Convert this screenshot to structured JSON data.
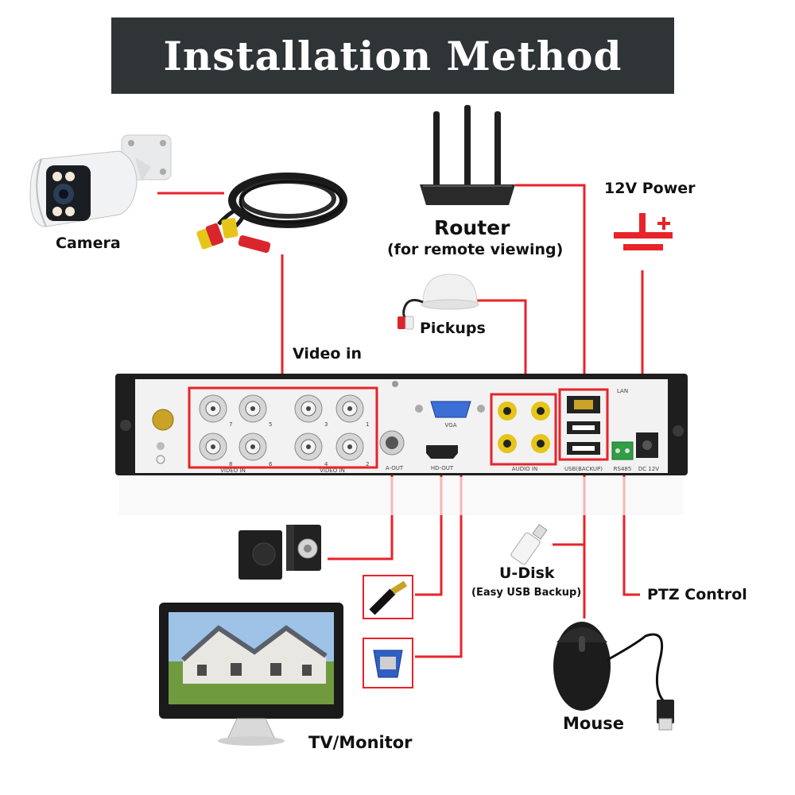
{
  "title": "Installation Method",
  "labels": {
    "camera": "Camera",
    "router": "Router",
    "router_sub": "(for remote viewing)",
    "power": "12V Power",
    "pickups": "Pickups",
    "video_in": "Video in",
    "udisk": "U-Disk",
    "udisk_sub": "(Easy USB Backup)",
    "ptz": "PTZ Control",
    "mouse": "Mouse",
    "monitor": "TV/Monitor"
  },
  "dvr_ports": {
    "video_in_a": "VIDEO IN",
    "video_in_b": "VIDEO IN",
    "aout": "A-OUT",
    "hdout": "HD-OUT",
    "vga": "VGA",
    "audio_in": "AUDIO IN",
    "lan": "LAN",
    "usb": "USB(BACKUP)",
    "rs485": "RS485",
    "dc": "DC 12V",
    "bnc_numbers": [
      "7",
      "5",
      "3",
      "1",
      "8",
      "6",
      "4",
      "2"
    ]
  },
  "colors": {
    "wire": "#e8232a",
    "banner": "#2f3437",
    "dvr_body": "#1e1e1e",
    "dvr_panel": "#f2f2f2"
  }
}
